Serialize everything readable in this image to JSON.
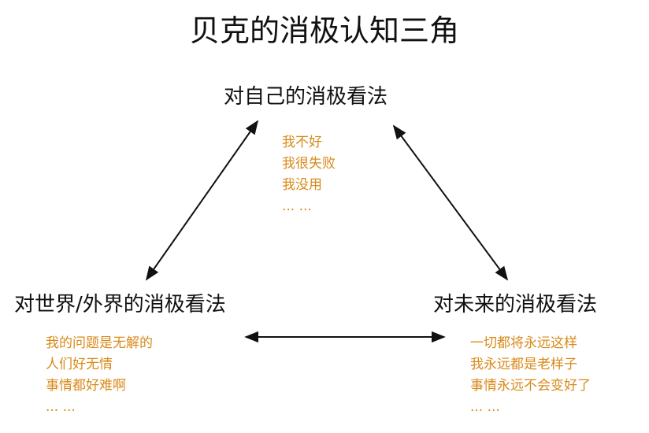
{
  "title": "贝克的消极认知三角",
  "nodes": {
    "self": {
      "label": "对自己的消极看法",
      "items": [
        "我不好",
        "我很失败",
        "我没用",
        "... ..."
      ]
    },
    "world": {
      "label": "对世界/外界的消极看法",
      "items": [
        "我的问题是无解的",
        "人们好无情",
        "事情都好难啊",
        "... ..."
      ]
    },
    "future": {
      "label": "对未来的消极看法",
      "items": [
        "一切都将永远这样",
        "我永远都是老样子",
        "事情永远不会变好了",
        "... ..."
      ]
    }
  },
  "colors": {
    "text": "#111111",
    "bullets": "#d98a1a",
    "arrows": "#111111"
  }
}
